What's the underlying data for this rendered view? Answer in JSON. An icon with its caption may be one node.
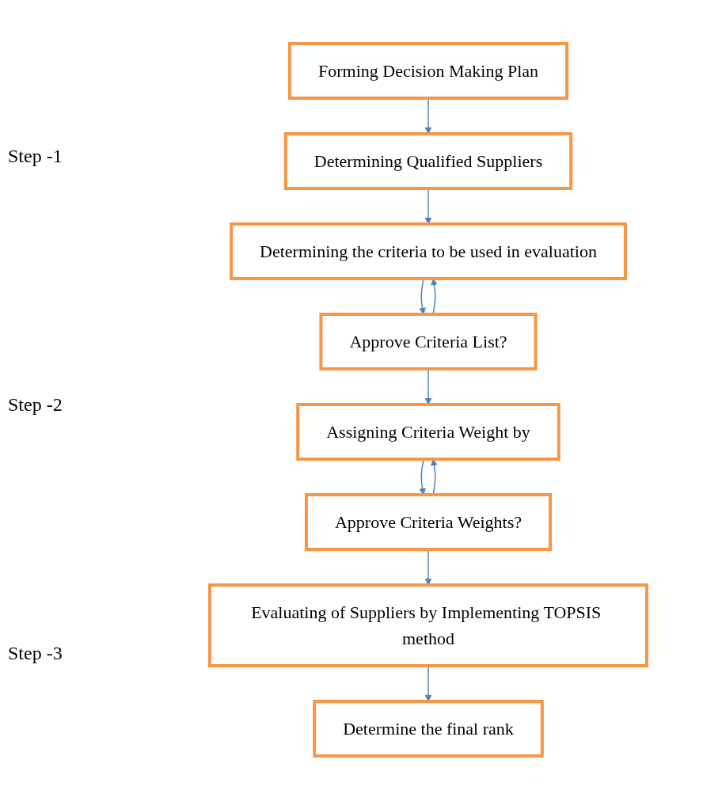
{
  "diagram": {
    "nodes": [
      {
        "text": [
          "Forming Decision Making Plan"
        ]
      },
      {
        "text": [
          "Determining Qualified Suppliers"
        ]
      },
      {
        "text": [
          "Determining the criteria to be used in evaluation"
        ]
      },
      {
        "text": [
          "Approve Criteria List?"
        ]
      },
      {
        "text": [
          "Assigning Criteria Weight by"
        ]
      },
      {
        "text": [
          "Approve Criteria Weights?"
        ]
      },
      {
        "text": [
          "Evaluating of Suppliers by Implementing TOPSIS method"
        ]
      },
      {
        "text": [
          "Determine the final rank"
        ]
      }
    ],
    "edges": [
      {
        "from": 0,
        "to": 1,
        "arrow": "to"
      },
      {
        "from": 1,
        "to": 2,
        "arrow": "to"
      },
      {
        "from": 2,
        "to": 3,
        "arrow": "to"
      },
      {
        "from": 3,
        "to": 2,
        "arrow": "to"
      },
      {
        "from": 3,
        "to": 4,
        "arrow": "to"
      },
      {
        "from": 4,
        "to": 5,
        "arrow": "to"
      },
      {
        "from": 5,
        "to": 4,
        "arrow": "to"
      },
      {
        "from": 5,
        "to": 6,
        "arrow": "to"
      },
      {
        "from": 6,
        "to": 7,
        "arrow": "to"
      }
    ],
    "labels": [
      "Step -1",
      "Step -2",
      "Step -3"
    ]
  }
}
